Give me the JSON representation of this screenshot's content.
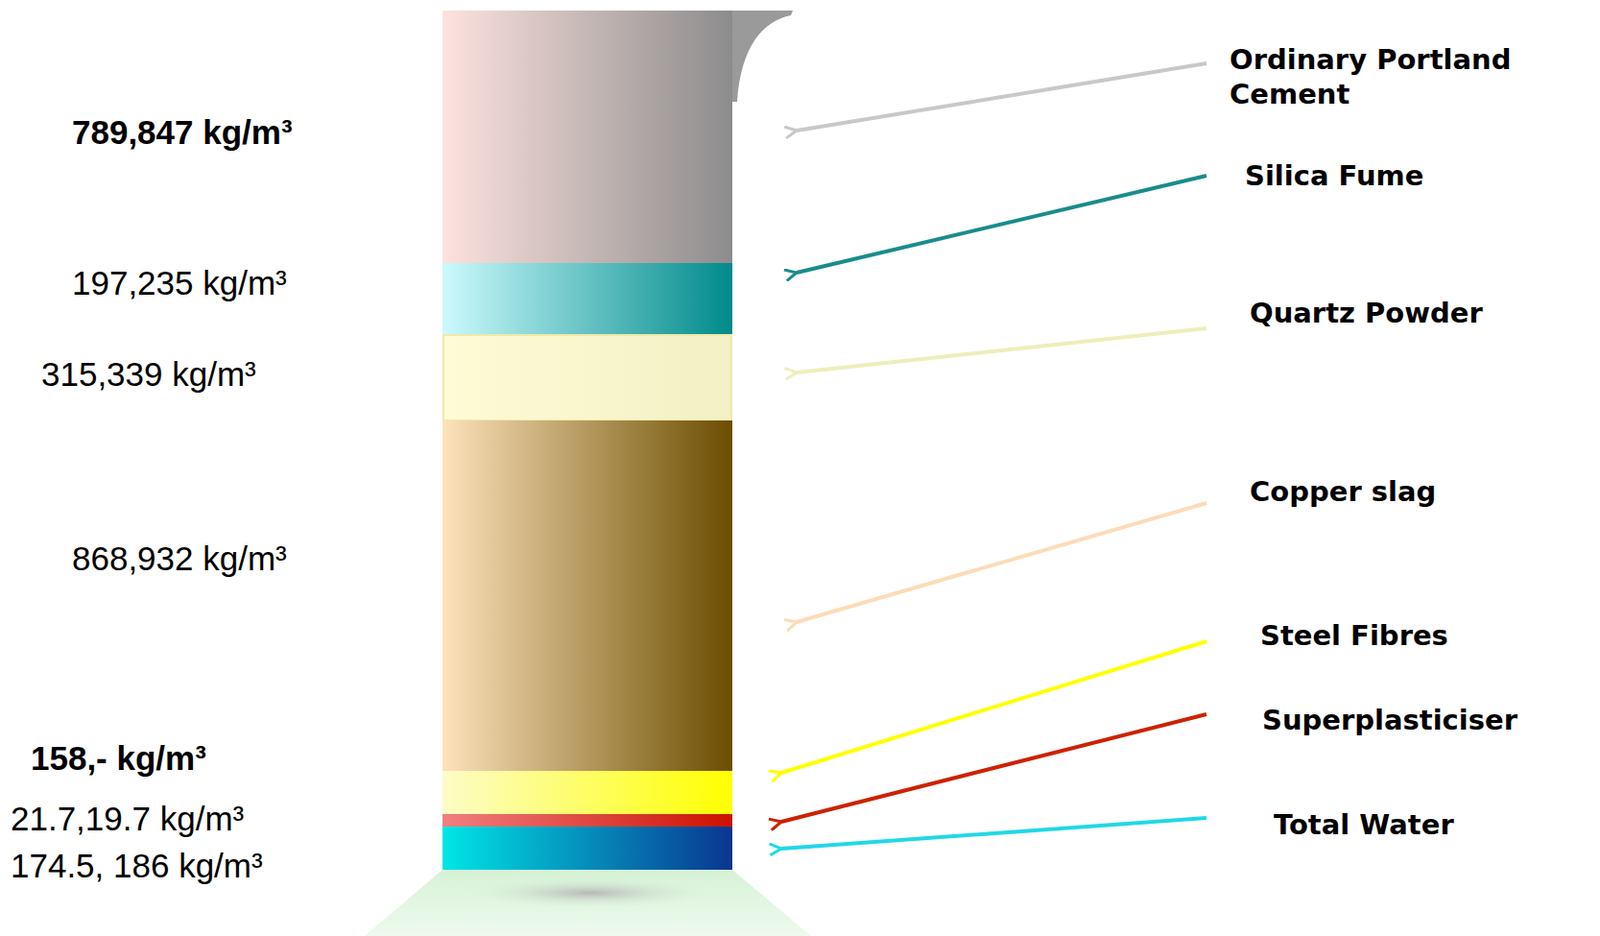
{
  "diagram": {
    "labels": [
      "789,847 kg/m³",
      "197,235 kg/m³",
      "315,339 kg/m³",
      "868,932 kg/m³",
      "158,- kg/m³",
      "21.7,19.7 kg/m³",
      "174.5, 186 kg/m³",
      "Ordinary Portland Cement",
      "Silica Fume",
      "Quartz Powder",
      "Copper slag",
      "Steel Fibres",
      "Superplasticiser",
      "Total Water"
    ]
  }
}
